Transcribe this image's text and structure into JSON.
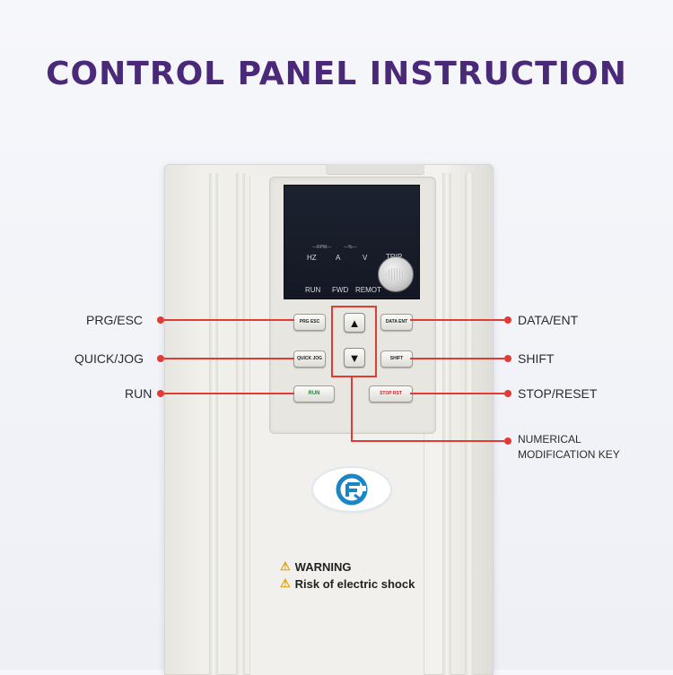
{
  "title": "CONTROL PANEL INSTRUCTION",
  "display": {
    "unit_rpm": "RPM",
    "unit_pct": "%",
    "hz": "HZ",
    "a": "A",
    "v": "V",
    "trip": "TRIP",
    "run": "RUN",
    "fwd": "FWD",
    "remot": "REMOT"
  },
  "keys": {
    "prg_esc": "PRG ESC",
    "quick_jog": "QUICK JOG",
    "run": "RUN",
    "data_ent": "DATA ENT",
    "shift": "SHIFT",
    "stop_rst": "STOP RST",
    "up": "▲",
    "down": "▼"
  },
  "callouts": {
    "prg_esc": "PRG/ESC",
    "quick_jog": "QUICK/JOG",
    "run": "RUN",
    "data_ent": "DATA/ENT",
    "shift": "SHIFT",
    "stop_reset": "STOP/RESET",
    "numerical_line1": "NUMERICAL",
    "numerical_line2": "MODIFICATION KEY"
  },
  "warning": {
    "line1": "WARNING",
    "line2": "Risk of electric shock"
  },
  "colors": {
    "title": "#4a2a78",
    "callout": "#e23b33",
    "run_key": "#1d8a32",
    "stop_key": "#c8262a"
  },
  "icons": [
    "warning-triangle-icon",
    "brand-logo-icon",
    "up-arrow-icon",
    "down-arrow-icon"
  ]
}
